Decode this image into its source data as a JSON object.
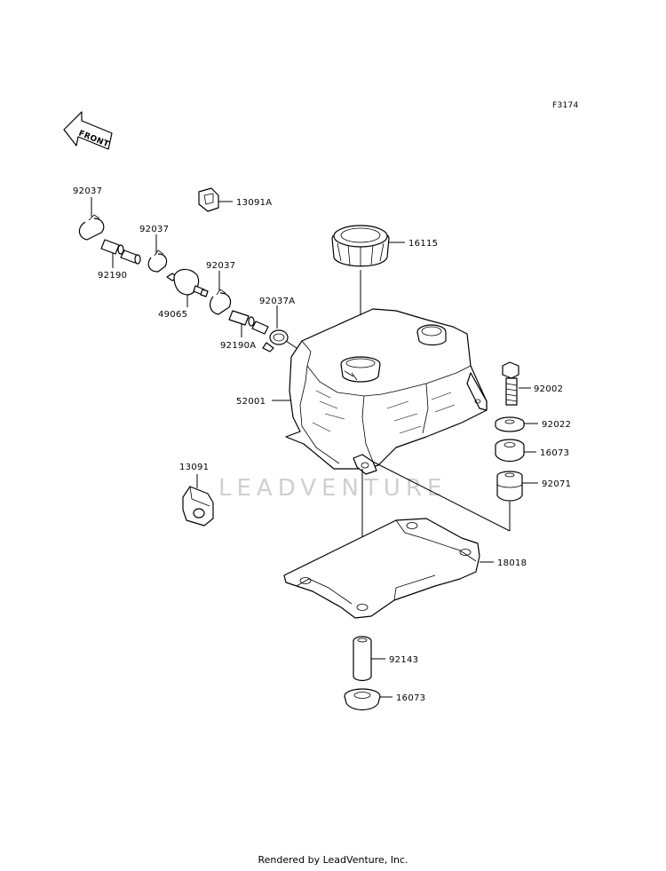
{
  "diagram_id": "F3174",
  "front_arrow_text": "FRONT",
  "watermark": "LEADVENTURE",
  "footer": "Rendered by LeadVenture, Inc.",
  "parts": {
    "p92037_a": "92037",
    "p92190": "92190",
    "p92037_b": "92037",
    "p49065": "49065",
    "p92037_c": "92037",
    "p92037A": "92037A",
    "p92190A": "92190A",
    "p13091A": "13091A",
    "p16115": "16115",
    "p52001": "52001",
    "p92002": "92002",
    "p92022": "92022",
    "p16073_a": "16073",
    "p92071": "92071",
    "p13091": "13091",
    "p18018": "18018",
    "p92143": "92143",
    "p16073_b": "16073"
  }
}
